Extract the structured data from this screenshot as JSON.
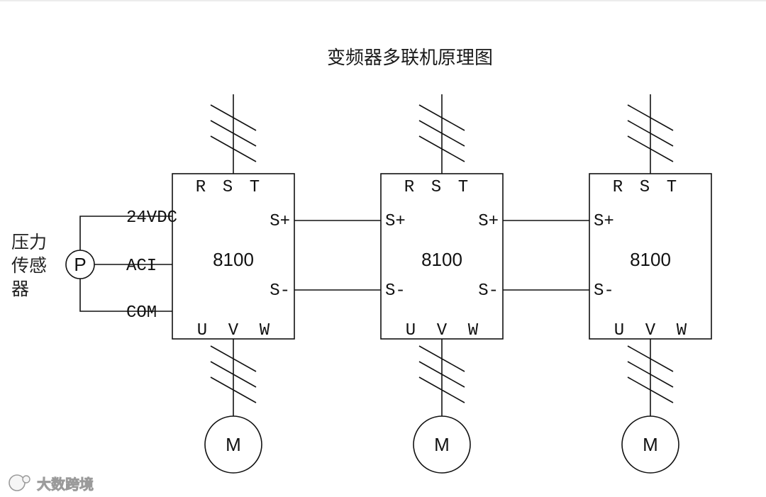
{
  "diagram": {
    "title": "变频器多联机原理图",
    "sensor": {
      "label_lines": [
        "压力",
        "传感",
        "器"
      ],
      "symbol": "P",
      "terminals": [
        "24VDC",
        "ACI",
        "COM"
      ]
    },
    "drives": [
      {
        "model": "8100",
        "input_terminals": [
          "R",
          "S",
          "T"
        ],
        "output_terminals": [
          "U",
          "V",
          "W"
        ],
        "bus_left": [],
        "bus_right": [
          "S+",
          "S-"
        ],
        "motor": "M"
      },
      {
        "model": "8100",
        "input_terminals": [
          "R",
          "S",
          "T"
        ],
        "output_terminals": [
          "U",
          "V",
          "W"
        ],
        "bus_left": [
          "S+",
          "S-"
        ],
        "bus_right": [
          "S+",
          "S-"
        ],
        "motor": "M"
      },
      {
        "model": "8100",
        "input_terminals": [
          "R",
          "S",
          "T"
        ],
        "output_terminals": [
          "U",
          "V",
          "W"
        ],
        "bus_left": [
          "S+",
          "S-"
        ],
        "bus_right": [],
        "motor": "M"
      }
    ]
  },
  "watermark": {
    "icon": "weibo-like-logo-icon",
    "text": "大数跨境"
  }
}
